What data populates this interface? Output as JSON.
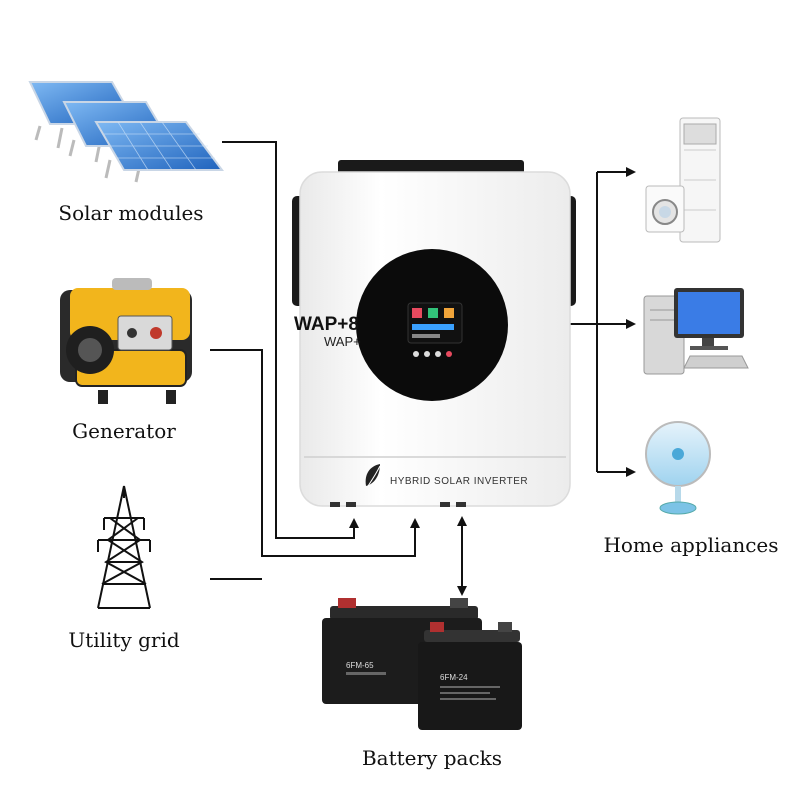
{
  "sources": [
    {
      "label": "Solar modules",
      "icon": "solar-panel-icon"
    },
    {
      "label": "Generator",
      "icon": "generator-icon"
    },
    {
      "label": "Utility grid",
      "icon": "transmission-tower-icon"
    }
  ],
  "inverter": {
    "model_main": "WAP+8",
    "model_sub": "WAP+",
    "panel_text": "HYBRID SOLAR INVERTER",
    "logo_icon": "leaf-logo-icon",
    "display_icon": "lcd-display-icon"
  },
  "battery": {
    "label": "Battery packs",
    "units": [
      {
        "model": "6FM-65",
        "icon": "battery-icon"
      },
      {
        "model": "6FM-24",
        "icon": "battery-icon"
      }
    ]
  },
  "outputs": {
    "label": "Home appliances",
    "items": [
      {
        "icon": "air-conditioner-icon"
      },
      {
        "icon": "washing-machine-icon"
      },
      {
        "icon": "desktop-computer-icon"
      },
      {
        "icon": "electric-fan-icon"
      }
    ]
  },
  "colors": {
    "line": "#111111",
    "inverter_body": "#f4f4f4",
    "solar_blue": "#2f7fd8",
    "generator_yellow": "#f2b51c",
    "battery_black": "#1c1c1c"
  }
}
